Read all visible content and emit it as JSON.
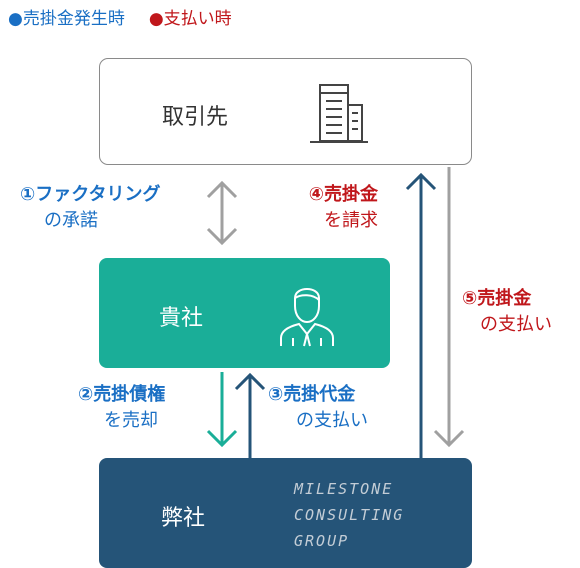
{
  "legend": {
    "sales": "●売掛金発生時",
    "payment": "●支払い時"
  },
  "boxes": {
    "client": "取引先",
    "kisha": "貴社",
    "heisha": "弊社",
    "logo_lines": [
      "MILESTONE",
      "CONSULTING",
      "GROUP"
    ]
  },
  "steps": {
    "s1": {
      "head": "①ファクタリング",
      "tail": "の承諾"
    },
    "s2": {
      "head": "②売掛債権",
      "tail": "を売却"
    },
    "s3": {
      "head": "③売掛代金",
      "tail": "の支払い"
    },
    "s4": {
      "head": "④売掛金",
      "tail": "を請求"
    },
    "s5": {
      "head": "⑤売掛金",
      "tail": "の支払い"
    }
  },
  "colors": {
    "blue": "#1a6fc4",
    "red": "#c0171b",
    "teal": "#1aae98",
    "navy": "#255478",
    "gray_arrow": "#a0a0a0"
  },
  "icons": {
    "client": "office-building-icon",
    "kisha": "businessman-icon"
  }
}
